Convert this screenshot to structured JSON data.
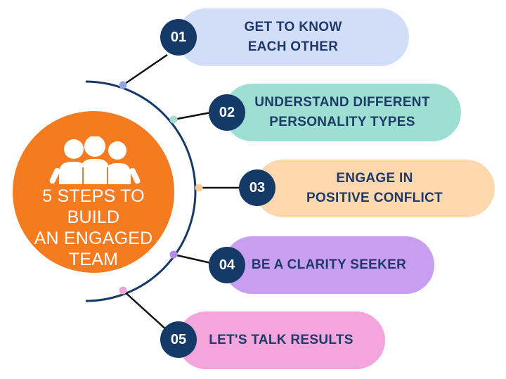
{
  "hub": {
    "title_lines": [
      "5 STEPS TO BUILD",
      "AN ENGAGED",
      "TEAM"
    ],
    "icon": "team-people-icon",
    "color": "#f47b20"
  },
  "steps": [
    {
      "number": "01",
      "lines": [
        "GET TO KNOW",
        "EACH OTHER"
      ],
      "color": "#d2def8",
      "dot_color": "#8fa6e3"
    },
    {
      "number": "02",
      "lines": [
        "UNDERSTAND DIFFERENT",
        "PERSONALITY TYPES"
      ],
      "color": "#9ddfd3",
      "dot_color": "#a6dccd"
    },
    {
      "number": "03",
      "lines": [
        "ENGAGE IN",
        "POSITIVE CONFLICT"
      ],
      "color": "#fdd7ad",
      "dot_color": "#f8c99a"
    },
    {
      "number": "04",
      "lines": [
        "BE A CLARITY SEEKER"
      ],
      "color": "#c79ef0",
      "dot_color": "#b48be6"
    },
    {
      "number": "05",
      "lines": [
        "LET'S TALK RESULTS"
      ],
      "color": "#f4a6dc",
      "dot_color": "#f0a4d8"
    }
  ],
  "colors": {
    "badge": "#163a68",
    "text": "#1f3a68",
    "arc": "#163a68"
  }
}
